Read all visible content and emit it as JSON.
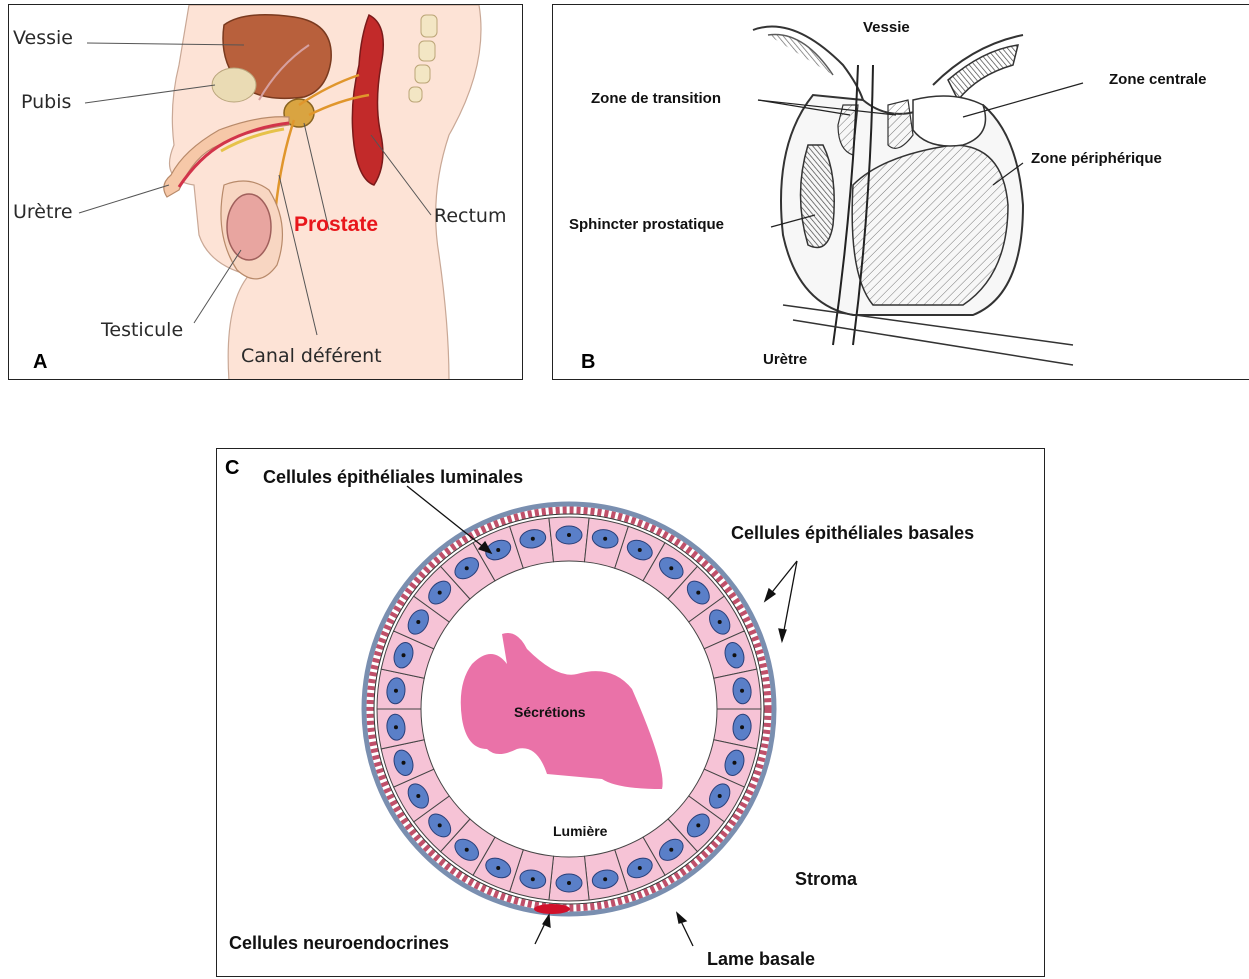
{
  "panel_a": {
    "letter": "A",
    "labels": {
      "vessie": "Vessie",
      "pubis": "Pubis",
      "uretre": "Urètre",
      "prostate": "Prostate",
      "rectum": "Rectum",
      "testicule": "Testicule",
      "canal": "Canal déférent"
    },
    "prostate_color": "#e8161b"
  },
  "panel_b": {
    "letter": "B",
    "labels": {
      "vessie": "Vessie",
      "transition": "Zone de transition",
      "centrale": "Zone centrale",
      "peripherique": "Zone périphérique",
      "sphincter": "Sphincter prostatique",
      "uretre": "Urètre"
    }
  },
  "panel_c": {
    "letter": "C",
    "labels": {
      "luminales": "Cellules épithéliales luminales",
      "basales": "Cellules épithéliales basales",
      "secretions": "Sécrétions",
      "lumiere": "Lumière",
      "stroma": "Stroma",
      "neuro": "Cellules neuroendocrines",
      "lame": "Lame basale"
    },
    "colors": {
      "cell": "#f6c3d6",
      "nucleus": "#5a7fc8",
      "secretion": "#ea72a8",
      "ring": "#7a8fb0"
    }
  }
}
